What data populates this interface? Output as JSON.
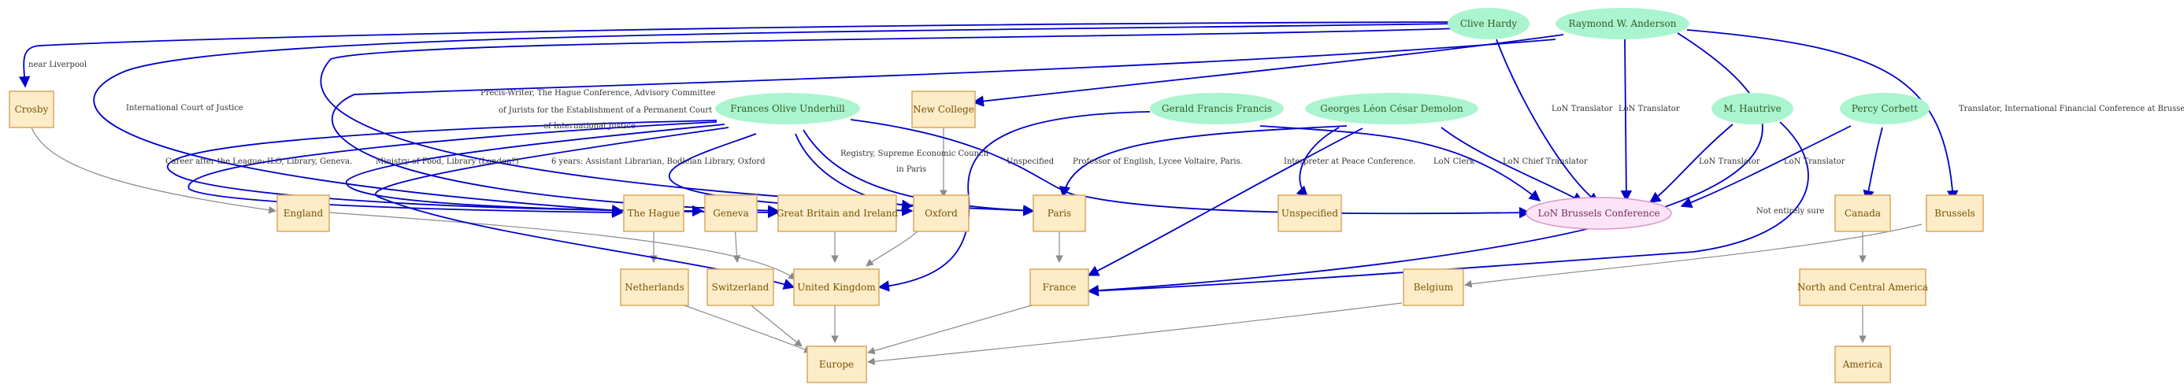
{
  "graph": {
    "nodes": {
      "clive_hardy": "Clive Hardy",
      "raymond_anderson": "Raymond W. Anderson",
      "frances_underhill": "Frances Olive Underhill",
      "gerald_francis": "Gerald Francis  Francis",
      "georges_demolon": "Georges Léon César Demolon",
      "m_hautrive": "M.  Hautrive",
      "percy_corbett": "Percy Corbett",
      "crosby": "Crosby",
      "new_college": "New College",
      "england": "England",
      "the_hague": "The Hague",
      "geneva": "Geneva",
      "great_britain_ireland": "Great Britain and Ireland",
      "oxford": "Oxford",
      "paris": "Paris",
      "unspecified": "Unspecified",
      "lon_brussels": "LoN Brussels Conference",
      "canada": "Canada",
      "brussels": "Brussels",
      "netherlands": "Netherlands",
      "switzerland": "Switzerland",
      "united_kingdom": "United Kingdom",
      "france": "France",
      "belgium": "Belgium",
      "north_central_america": "North and Central America",
      "europe": "Europe",
      "america": "America"
    },
    "edge_labels": {
      "near_liverpool": "near Liverpool",
      "icj": "International Court of Justice",
      "precis_1": "Precis-Writer, The Hague Conference, Advisory Committee",
      "precis_2": "of Jurists for the Establishment of a Permanent Court",
      "precis_3": "of International Justice",
      "career": "Career after the League: ILO, Library, Geneva.",
      "ministry": "Ministry of Food, Library (London?)",
      "six_years": "6 years: Assistant Librarian, Bodleian Library, Oxford",
      "registry_1": "Registry, Supreme Economic Council",
      "registry_2": "in Paris",
      "unspecified": "Unspecified",
      "professor": "Professor of English, Lycee Voltaire, Paris.",
      "interpreter": "Interpreter at Peace Conference.",
      "lon_clerk": "LoN Clerk",
      "lon_chief_translator": "LoN Chief Translator",
      "lon_translator_1": "LoN Translator",
      "lon_translator_2": "LoN Translator",
      "lon_translator_3": "LoN Translator",
      "lon_translator_4": "LoN Translator",
      "not_entirely_sure": "Not entirely sure",
      "translator_ifc": "Translator, International Financial Conference at Brussels"
    },
    "colors": {
      "person_fill": "#aaf5cf",
      "place_fill": "#fdecc8",
      "place_stroke": "#d8a860",
      "event_fill": "#fce4f6",
      "event_stroke": "#d899c9",
      "edge_person": "#0000c8",
      "edge_place": "#8a8a8a"
    }
  }
}
